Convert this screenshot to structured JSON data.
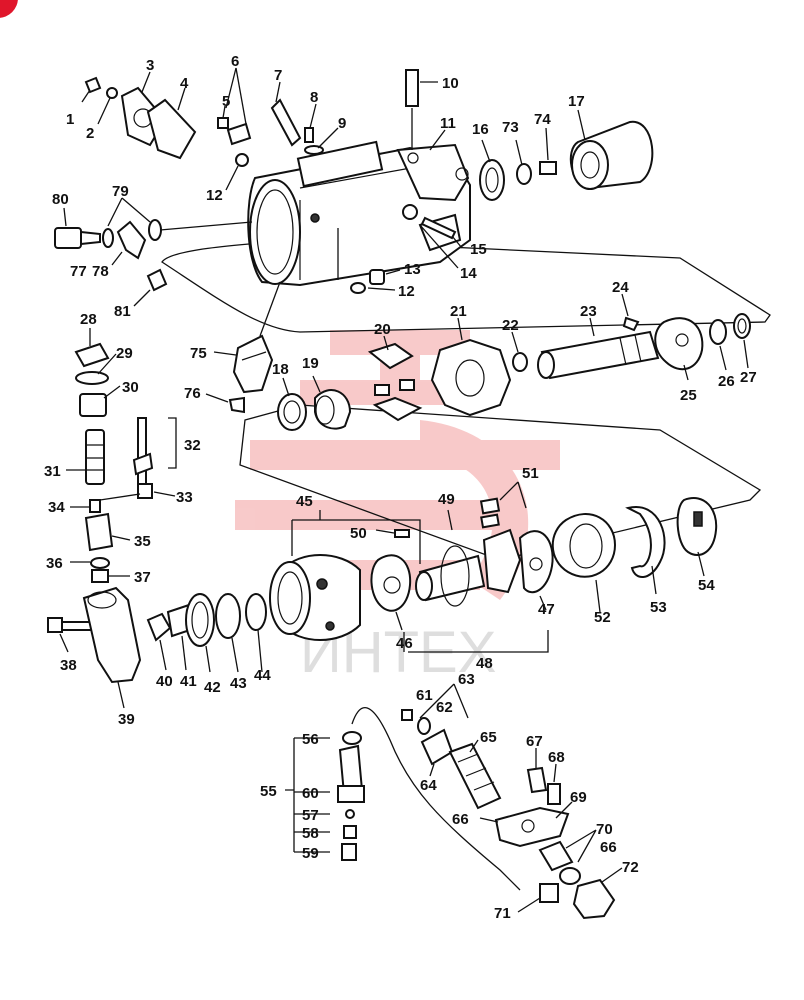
{
  "diagram": {
    "watermark_text": "ИНТЕХ",
    "colors": {
      "line": "#111111",
      "watermark_logo": "#f08a8a",
      "badge": "#e0162b"
    },
    "labels": [
      {
        "id": "l1",
        "text": "1"
      },
      {
        "id": "l2",
        "text": "2"
      },
      {
        "id": "l3",
        "text": "3"
      },
      {
        "id": "l4",
        "text": "4"
      },
      {
        "id": "l5",
        "text": "5"
      },
      {
        "id": "l6",
        "text": "6"
      },
      {
        "id": "l7",
        "text": "7"
      },
      {
        "id": "l8",
        "text": "8"
      },
      {
        "id": "l9",
        "text": "9"
      },
      {
        "id": "l10",
        "text": "10"
      },
      {
        "id": "l11",
        "text": "11"
      },
      {
        "id": "l12a",
        "text": "12"
      },
      {
        "id": "l12b",
        "text": "12"
      },
      {
        "id": "l13",
        "text": "13"
      },
      {
        "id": "l14",
        "text": "14"
      },
      {
        "id": "l15",
        "text": "15"
      },
      {
        "id": "l16",
        "text": "16"
      },
      {
        "id": "l17",
        "text": "17"
      },
      {
        "id": "l18",
        "text": "18"
      },
      {
        "id": "l19",
        "text": "19"
      },
      {
        "id": "l20",
        "text": "20"
      },
      {
        "id": "l21",
        "text": "21"
      },
      {
        "id": "l22",
        "text": "22"
      },
      {
        "id": "l23",
        "text": "23"
      },
      {
        "id": "l24",
        "text": "24"
      },
      {
        "id": "l25",
        "text": "25"
      },
      {
        "id": "l26",
        "text": "26"
      },
      {
        "id": "l27",
        "text": "27"
      },
      {
        "id": "l28",
        "text": "28"
      },
      {
        "id": "l29",
        "text": "29"
      },
      {
        "id": "l30",
        "text": "30"
      },
      {
        "id": "l31",
        "text": "31"
      },
      {
        "id": "l32",
        "text": "32"
      },
      {
        "id": "l33",
        "text": "33"
      },
      {
        "id": "l34",
        "text": "34"
      },
      {
        "id": "l35",
        "text": "35"
      },
      {
        "id": "l36",
        "text": "36"
      },
      {
        "id": "l37",
        "text": "37"
      },
      {
        "id": "l38",
        "text": "38"
      },
      {
        "id": "l39",
        "text": "39"
      },
      {
        "id": "l40",
        "text": "40"
      },
      {
        "id": "l41",
        "text": "41"
      },
      {
        "id": "l42",
        "text": "42"
      },
      {
        "id": "l43",
        "text": "43"
      },
      {
        "id": "l44",
        "text": "44"
      },
      {
        "id": "l45",
        "text": "45"
      },
      {
        "id": "l46",
        "text": "46"
      },
      {
        "id": "l47",
        "text": "47"
      },
      {
        "id": "l48",
        "text": "48"
      },
      {
        "id": "l49",
        "text": "49"
      },
      {
        "id": "l50",
        "text": "50"
      },
      {
        "id": "l51",
        "text": "51"
      },
      {
        "id": "l52",
        "text": "52"
      },
      {
        "id": "l53",
        "text": "53"
      },
      {
        "id": "l54",
        "text": "54"
      },
      {
        "id": "l55",
        "text": "55"
      },
      {
        "id": "l56",
        "text": "56"
      },
      {
        "id": "l57",
        "text": "57"
      },
      {
        "id": "l58",
        "text": "58"
      },
      {
        "id": "l59",
        "text": "59"
      },
      {
        "id": "l60",
        "text": "60"
      },
      {
        "id": "l61",
        "text": "61"
      },
      {
        "id": "l62",
        "text": "62"
      },
      {
        "id": "l63",
        "text": "63"
      },
      {
        "id": "l64",
        "text": "64"
      },
      {
        "id": "l65",
        "text": "65"
      },
      {
        "id": "l66a",
        "text": "66"
      },
      {
        "id": "l66b",
        "text": "66"
      },
      {
        "id": "l67",
        "text": "67"
      },
      {
        "id": "l68",
        "text": "68"
      },
      {
        "id": "l69",
        "text": "69"
      },
      {
        "id": "l70",
        "text": "70"
      },
      {
        "id": "l71",
        "text": "71"
      },
      {
        "id": "l72",
        "text": "72"
      },
      {
        "id": "l73",
        "text": "73"
      },
      {
        "id": "l74",
        "text": "74"
      },
      {
        "id": "l75",
        "text": "75"
      },
      {
        "id": "l76",
        "text": "76"
      },
      {
        "id": "l77",
        "text": "77"
      },
      {
        "id": "l78",
        "text": "78"
      },
      {
        "id": "l79",
        "text": "79"
      },
      {
        "id": "l80",
        "text": "80"
      },
      {
        "id": "l81",
        "text": "81"
      }
    ]
  }
}
